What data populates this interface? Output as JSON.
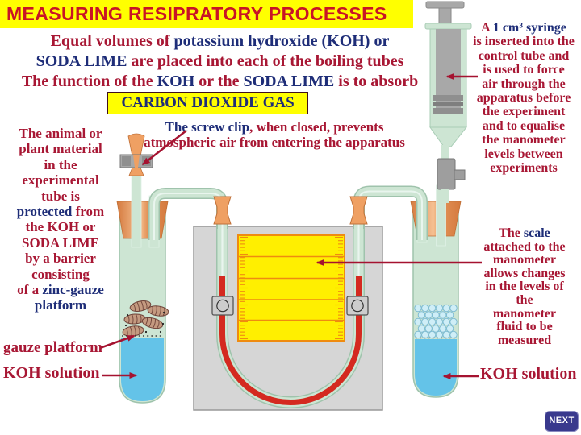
{
  "slide": {
    "title": "MEASURING RESIPRATORY PROCESSES",
    "next_button": "NEXT"
  },
  "colors": {
    "crimson_text": "#a81734",
    "navy_text": "#1e2d78",
    "title_red": "#c81426",
    "highlight_yellow": "#ffff00",
    "scale_yellow": "#ffef00",
    "scale_orange": "#ef8b10",
    "glass_green": "#cde5d3",
    "bung_orange": "#e08a50",
    "koh_solution_blue": "#64c3e8",
    "manometer_fluid_red": "#d42a20",
    "board_gray": "#d6d6d6",
    "arrow_crimson": "#a51230",
    "next_button_blue": "#39398d"
  },
  "annotations": {
    "subtitle1": {
      "segments": [
        {
          "t": "Equal volumes of ",
          "c": "r"
        },
        {
          "t": "potassium hydroxide (KOH) or",
          "c": "n"
        },
        {
          "br": true
        },
        {
          "t": "SODA LIME",
          "c": "n"
        },
        {
          "t": " are placed into each of the boiling tubes",
          "c": "r"
        }
      ]
    },
    "subtitle2": {
      "segments": [
        {
          "t": "The function of the ",
          "c": "r"
        },
        {
          "t": "KOH",
          "c": "n"
        },
        {
          "t": " or the ",
          "c": "r"
        },
        {
          "t": "SODA LIME",
          "c": "n"
        },
        {
          "t": " is to absorb",
          "c": "r"
        }
      ]
    },
    "co2_box_label": "CARBON DIOXIDE GAS",
    "screw_clip_note": {
      "segments": [
        {
          "t": "The screw clip",
          "c": "n"
        },
        {
          "t": ", when closed, prevents",
          "c": "r"
        },
        {
          "br": true
        },
        {
          "t": "atmospheric air from entering the apparatus",
          "c": "r"
        }
      ]
    },
    "specimen_note": {
      "segments": [
        {
          "t": "The animal or",
          "c": "r"
        },
        {
          "br": true
        },
        {
          "t": "plant material",
          "c": "r"
        },
        {
          "br": true
        },
        {
          "t": "in the",
          "c": "r"
        },
        {
          "br": true
        },
        {
          "t": "experimental",
          "c": "r"
        },
        {
          "br": true
        },
        {
          "t": "tube is",
          "c": "r"
        },
        {
          "br": true
        },
        {
          "t": "protected",
          "c": "n"
        },
        {
          "t": " from",
          "c": "r"
        },
        {
          "br": true
        },
        {
          "t": "the KOH or",
          "c": "r"
        },
        {
          "br": true
        },
        {
          "t": "SODA LIME",
          "c": "r"
        },
        {
          "br": true
        },
        {
          "t": "by a barrier",
          "c": "r"
        },
        {
          "br": true
        },
        {
          "t": "consisting",
          "c": "r"
        },
        {
          "br": true
        },
        {
          "t": "of a ",
          "c": "r"
        },
        {
          "t": "zinc-gauze",
          "c": "n"
        },
        {
          "br": true
        },
        {
          "t": "platform",
          "c": "n"
        }
      ]
    },
    "syringe_note": {
      "segments": [
        {
          "t": "A ",
          "c": "r"
        },
        {
          "t": "1 cm³ syringe",
          "c": "n"
        },
        {
          "br": true
        },
        {
          "t": "is inserted into the",
          "c": "r"
        },
        {
          "br": true
        },
        {
          "t": "control tube and",
          "c": "r"
        },
        {
          "br": true
        },
        {
          "t": "is used to force",
          "c": "r"
        },
        {
          "br": true
        },
        {
          "t": "air through the",
          "c": "r"
        },
        {
          "br": true
        },
        {
          "t": "apparatus before",
          "c": "r"
        },
        {
          "br": true
        },
        {
          "t": "the experiment",
          "c": "r"
        },
        {
          "br": true
        },
        {
          "t": "and to equalise",
          "c": "r"
        },
        {
          "br": true
        },
        {
          "t": "the manometer",
          "c": "r"
        },
        {
          "br": true
        },
        {
          "t": "levels between",
          "c": "r"
        },
        {
          "br": true
        },
        {
          "t": "experiments",
          "c": "r"
        }
      ]
    },
    "scale_note": {
      "segments": [
        {
          "t": "The ",
          "c": "r"
        },
        {
          "t": "scale",
          "c": "n"
        },
        {
          "br": true
        },
        {
          "t": "attached to the",
          "c": "r"
        },
        {
          "br": true
        },
        {
          "t": "manometer",
          "c": "r"
        },
        {
          "br": true
        },
        {
          "t": "allows changes",
          "c": "r"
        },
        {
          "br": true
        },
        {
          "t": "in the levels of",
          "c": "r"
        },
        {
          "br": true
        },
        {
          "t": "the",
          "c": "r"
        },
        {
          "br": true
        },
        {
          "t": "manometer",
          "c": "r"
        },
        {
          "br": true
        },
        {
          "t": "fluid to be",
          "c": "r"
        },
        {
          "br": true
        },
        {
          "t": "measured",
          "c": "r"
        }
      ]
    },
    "label_gauze_platform": "gauze platform",
    "label_koh_left": "KOH solution",
    "label_koh_right": "KOH solution"
  }
}
